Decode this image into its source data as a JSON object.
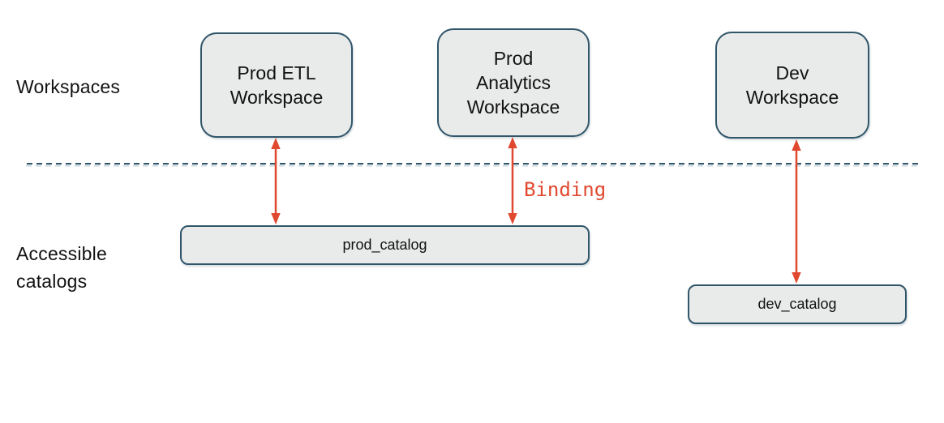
{
  "colors": {
    "background": "#ffffff",
    "box_fill": "#e9eaea",
    "box_border": "#31566a",
    "dashed_line": "#31566a",
    "arrow": "#e0492f",
    "binding_text": "#e0492f",
    "text": "#121212"
  },
  "labels": {
    "workspaces_row": "Workspaces",
    "catalogs_row": "Accessible\ncatalogs",
    "binding": "Binding"
  },
  "workspaces": [
    {
      "label": "Prod ETL\nWorkspace"
    },
    {
      "label": "Prod\nAnalytics\nWorkspace"
    },
    {
      "label": "Dev\nWorkspace"
    }
  ],
  "catalogs": [
    {
      "label": "prod_catalog"
    },
    {
      "label": "dev_catalog"
    }
  ],
  "connections": [
    {
      "from": "Prod ETL Workspace",
      "to": "prod_catalog",
      "style": "double-headed-arrow"
    },
    {
      "from": "Prod Analytics Workspace",
      "to": "prod_catalog",
      "style": "double-headed-arrow",
      "label": "Binding"
    },
    {
      "from": "Dev Workspace",
      "to": "dev_catalog",
      "style": "double-headed-arrow"
    }
  ]
}
